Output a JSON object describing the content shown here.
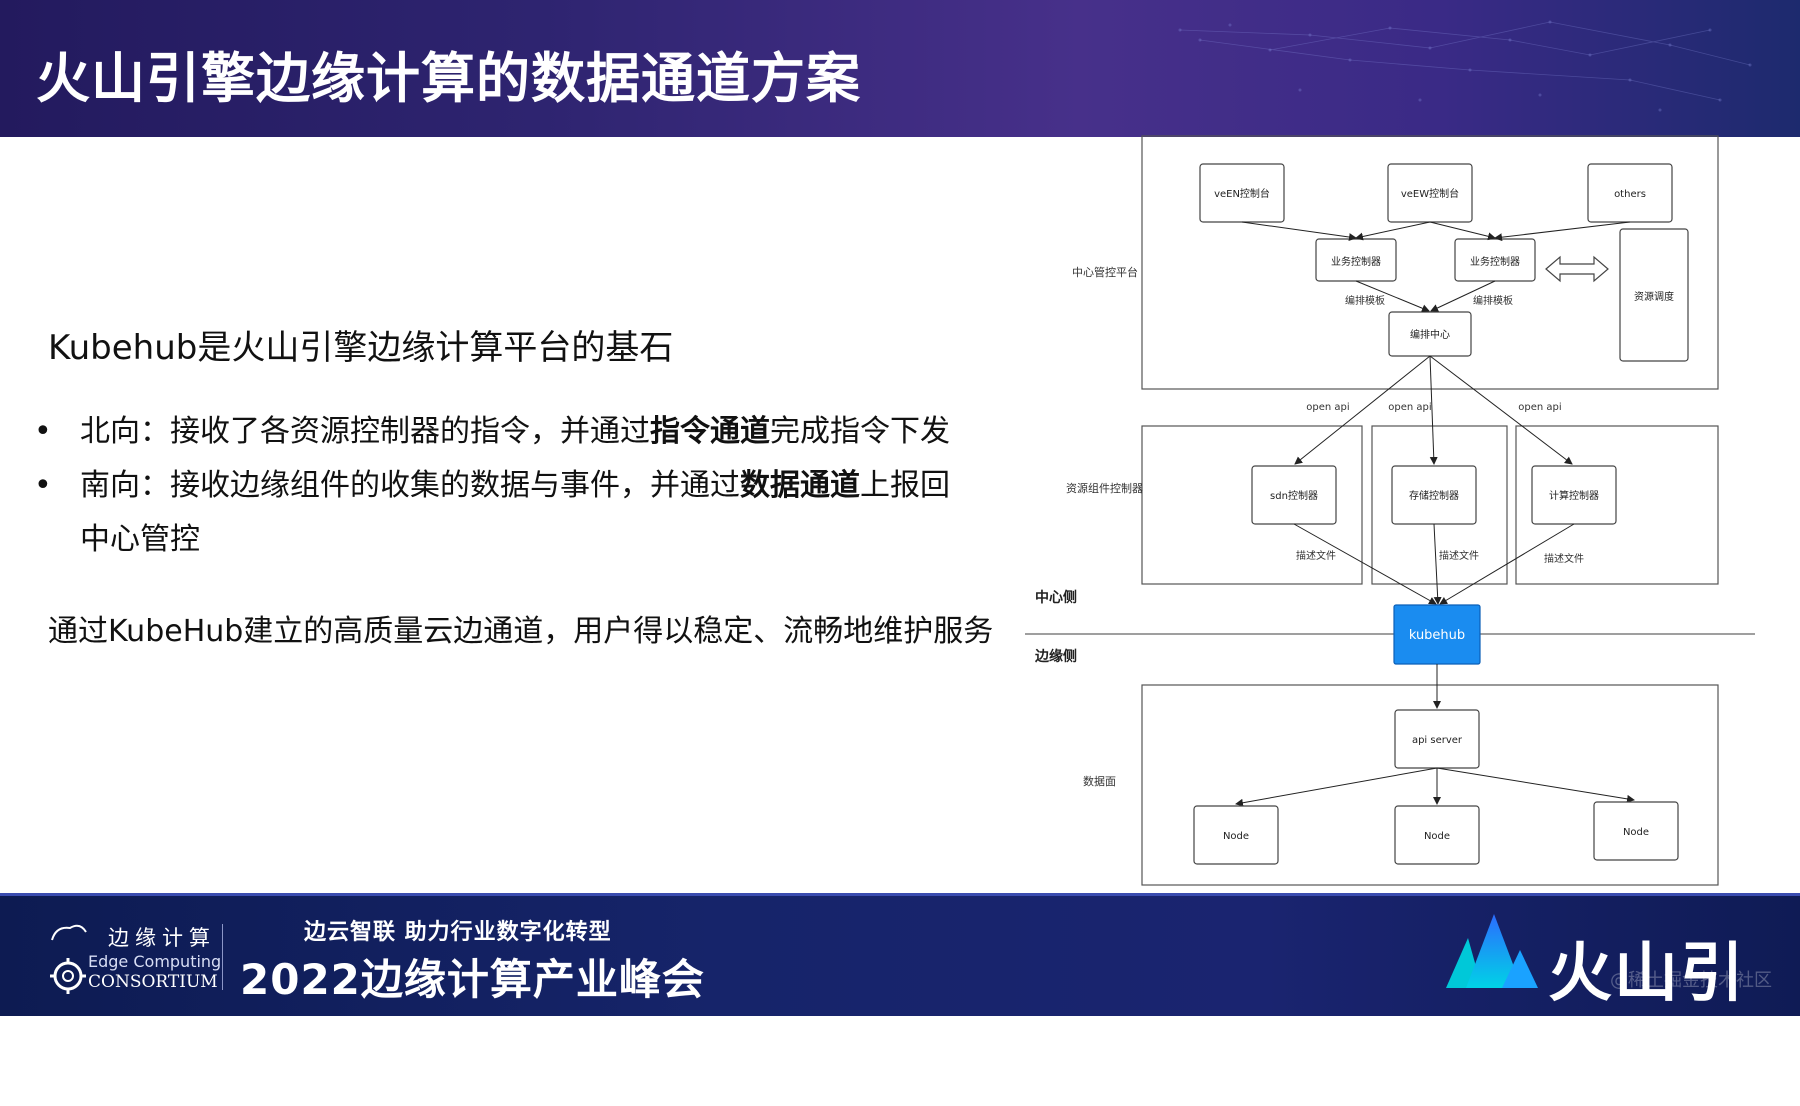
{
  "header": {
    "title": "火山引擎边缘计算的数据通道方案"
  },
  "content": {
    "lead": "Kubehub是火山引擎边缘计算平台的基石",
    "bullets": [
      {
        "pre": "北向：接收了各资源控制器的指令，并通过",
        "bold": "指令通道",
        "post": "完成指令下发"
      },
      {
        "pre": "南向：接收边缘组件的收集的数据与事件，并通过",
        "bold": "数据通道",
        "post": "上报回中心管控"
      }
    ],
    "summary": "通过KubeHub建立的高质量云边通道，用户得以稳定、流畅地维护服务"
  },
  "diagram": {
    "sections": {
      "center_platform": "中心管控平台",
      "resource_controllers": "资源组件控制器",
      "data_plane": "数据面",
      "center_side": "中心侧",
      "edge_side": "边缘侧"
    },
    "nodes": {
      "veen": "veEN控制台",
      "veew": "veEW控制台",
      "others": "others",
      "biz_ctrl_1": "业务控制器",
      "biz_ctrl_2": "业务控制器",
      "resource_sched": "资源调度",
      "orchestration": "编排中心",
      "sdn_ctrl": "sdn控制器",
      "storage_ctrl": "存储控制器",
      "compute_ctrl": "计算控制器",
      "kubehub": "kubehub",
      "api_server": "api server",
      "node_1": "Node",
      "node_2": "Node",
      "node_3": "Node"
    },
    "edge_labels": {
      "tpl_1": "编排模板",
      "tpl_2": "编排模板",
      "api_1": "open api",
      "api_2": "open api",
      "api_3": "open api",
      "desc_1": "描述文件",
      "desc_2": "描述文件",
      "desc_3": "描述文件"
    },
    "colors": {
      "kubehub_fill": "#1a8cf0",
      "kubehub_border": "#0b5fb8"
    }
  },
  "footer": {
    "org_cn": "边缘计算",
    "org_en_1": "Edge Computing",
    "org_en_2": "CONSORTIUM",
    "slogan": "边云智联  助力行业数字化转型",
    "conference": "2022边缘计算产业峰会",
    "brand": "火山引擎",
    "watermark": "@稀土掘金技术社区"
  }
}
